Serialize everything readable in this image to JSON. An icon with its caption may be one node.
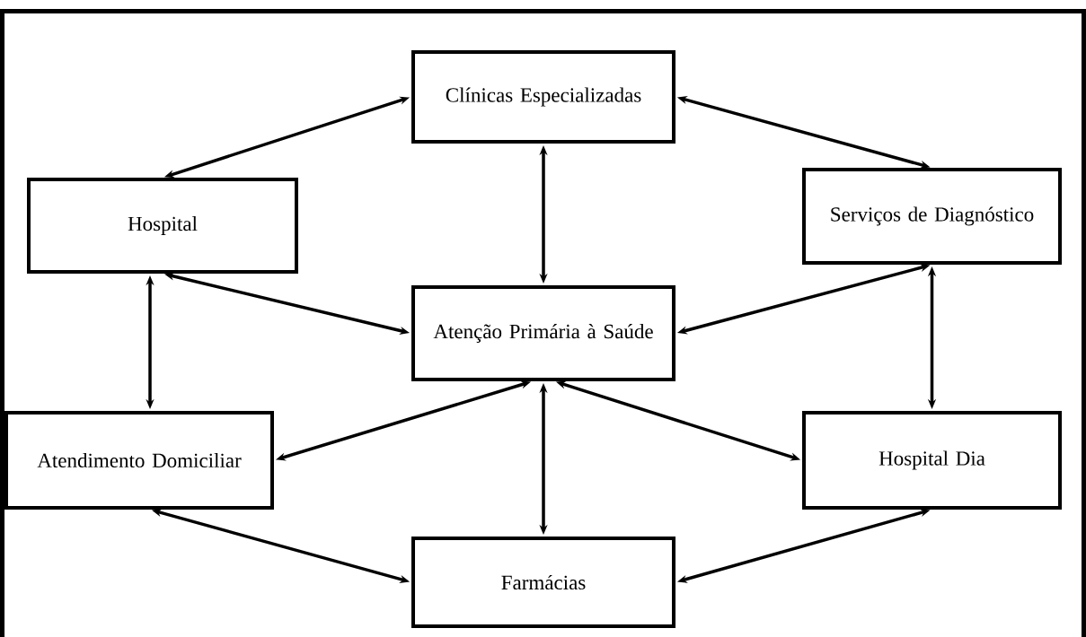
{
  "diagram": {
    "nodes": [
      {
        "text": [
          "Clínicas Especializadas"
        ]
      },
      {
        "text": [
          "Hospital"
        ]
      },
      {
        "text": [
          "Serviços de Diagnóstico"
        ]
      },
      {
        "text": [
          "Atenção Primária à Saúde"
        ]
      },
      {
        "text": [
          "Atendimento Domiciliar"
        ]
      },
      {
        "text": [
          "Hospital Dia"
        ]
      },
      {
        "text": [
          "Farmácias"
        ]
      }
    ],
    "edges": [
      {
        "from": 0,
        "to": 1,
        "arrow": "both"
      },
      {
        "from": 0,
        "to": 2,
        "arrow": "both"
      },
      {
        "from": 0,
        "to": 3,
        "arrow": "both"
      },
      {
        "from": 1,
        "to": 3,
        "arrow": "both"
      },
      {
        "from": 2,
        "to": 3,
        "arrow": "both"
      },
      {
        "from": 1,
        "to": 4,
        "arrow": "both"
      },
      {
        "from": 2,
        "to": 5,
        "arrow": "both"
      },
      {
        "from": 3,
        "to": 4,
        "arrow": "both"
      },
      {
        "from": 3,
        "to": 5,
        "arrow": "both"
      },
      {
        "from": 3,
        "to": 6,
        "arrow": "both"
      },
      {
        "from": 4,
        "to": 6,
        "arrow": "both"
      },
      {
        "from": 5,
        "to": 6,
        "arrow": "both"
      }
    ]
  }
}
